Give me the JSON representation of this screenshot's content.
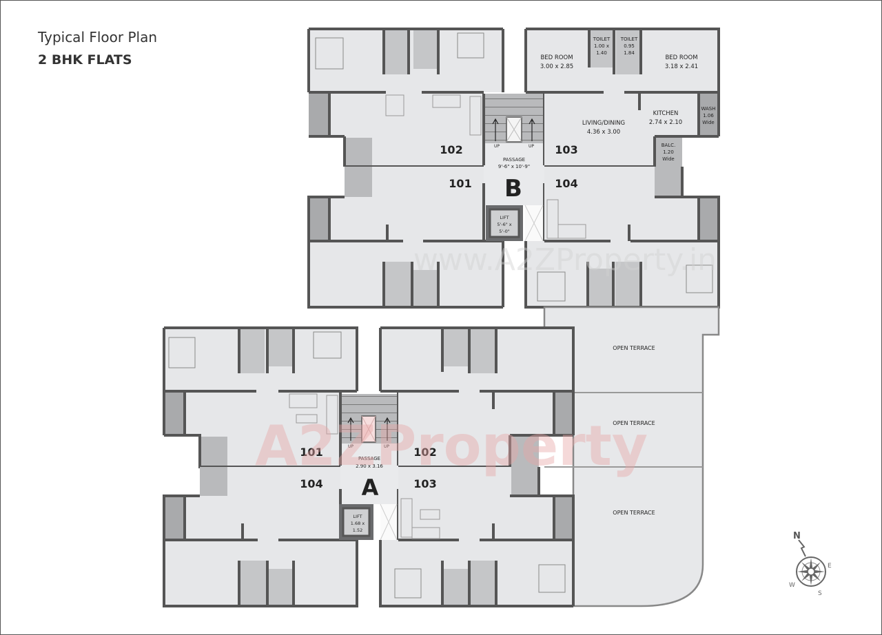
{
  "header": {
    "title": "Typical Floor Plan",
    "subtitle": "2 BHK FLATS"
  },
  "colors": {
    "wall": "#555555",
    "floor": "#e6e7e9",
    "wet_area": "#c8c8c8",
    "service": "#a9aaac",
    "terrace": "#e7e8ea",
    "stairs": "#b7b8ba",
    "text": "#222222"
  },
  "watermarks": {
    "top": "www.A2ZProperty.in",
    "bottom": "A2ZProperty"
  },
  "blocks": {
    "B": {
      "label": "B",
      "passage": {
        "name": "PASSAGE",
        "size": "9'-6\" x 10'-9\""
      },
      "lift": {
        "name": "LIFT",
        "line1": "5'-6\" x",
        "line2": "5'-0\""
      },
      "stairs_up_left": "UP",
      "stairs_up_right": "UP",
      "flats": [
        "101",
        "102",
        "103",
        "104"
      ],
      "flat_103_rooms": {
        "bedroom_1": {
          "name": "BED ROOM",
          "size": "3.00 x 2.85"
        },
        "toilet_1": {
          "name": "TOILET",
          "line1": "1.00 x",
          "line2": "1.40"
        },
        "toilet_2": {
          "name": "TOILET",
          "line1": "0.95",
          "line2": "1.84"
        },
        "bedroom_2": {
          "name": "BED ROOM",
          "size": "3.18 x 2.41"
        },
        "living": {
          "name": "LIVING/DINING",
          "size": "4.36 x 3.00"
        },
        "kitchen": {
          "name": "KITCHEN",
          "size": "2.74 x 2.10"
        },
        "wash": {
          "name": "WASH",
          "line1": "1.06",
          "line2": "Wide"
        },
        "balcony": {
          "name": "BALC.",
          "line1": "1.20",
          "line2": "Wide"
        }
      }
    },
    "A": {
      "label": "A",
      "passage": {
        "name": "PASSAGE",
        "size": "2.90 x 3.16"
      },
      "lift": {
        "name": "LIFT",
        "line1": "1.68 x",
        "line2": "1.52"
      },
      "stairs_up_left": "UP",
      "stairs_up_right": "UP",
      "flats": [
        "101",
        "102",
        "103",
        "104"
      ]
    }
  },
  "terraces": [
    "OPEN TERRACE",
    "OPEN TERRACE",
    "OPEN TERRACE"
  ],
  "compass": {
    "n": "N",
    "e": "E",
    "s": "S",
    "w": "W"
  }
}
